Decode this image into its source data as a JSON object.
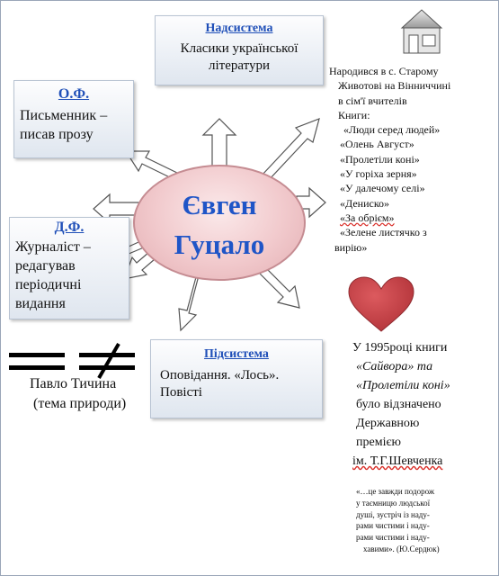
{
  "supersystem": {
    "title": "Надсистема",
    "text_lines": [
      "Класики української",
      "літератури"
    ]
  },
  "of": {
    "title": "О.Ф.",
    "text_lines": [
      "Письменник –",
      "писав прозу"
    ]
  },
  "df": {
    "title": "Д.Ф.",
    "text_lines": [
      "Журналіст –",
      "редагував",
      "періодичні",
      "видання"
    ]
  },
  "subsystem": {
    "title": "Підсистема",
    "text_lines": [
      "Оповідання. «Лось».",
      "Повісті"
    ]
  },
  "center": {
    "line1": "Євген",
    "line2": "Гуцало"
  },
  "comparison": {
    "name": "Павло Тичина",
    "note": "(тема природи)"
  },
  "biography": {
    "lines": [
      "Народився в с. Старому",
      "Животові на Вінниччині",
      "в сім'ї вчителів",
      "Книги:",
      "«Люди серед людей»",
      "«Олень Август»",
      "«Пролетіли коні»",
      "«У горіха зерня»",
      "«У далечому селі»",
      "«Дениско»",
      "«За обрієм»",
      "«Зелене листячко з",
      "вирію»"
    ]
  },
  "award": {
    "lines": [
      "У 1995році книги",
      "«Сайвора» та",
      "«Пролетіли коні»",
      "було відзначено",
      "Державною",
      "премією",
      "ім. Т.Г.Шевченка"
    ]
  },
  "quote": {
    "lines": [
      "«…це завжди подорож",
      "у таємницю людської",
      "душі, зустріч із наду-",
      "рами чистими і наду-",
      "рами чистими і наду-",
      "хавими». (Ю.Сердюк)"
    ]
  },
  "colors": {
    "title_blue": "#1f4fb8",
    "heart_red": "#c23a3f",
    "ellipse_pink": "#f1c9cc"
  }
}
